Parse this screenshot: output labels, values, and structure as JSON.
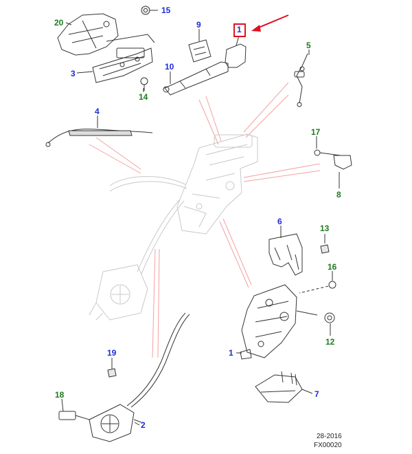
{
  "callouts": {
    "c1a": "1",
    "c1b": "1",
    "c2": "2",
    "c3": "3",
    "c4": "4",
    "c5": "5",
    "c6": "6",
    "c7": "7",
    "c8": "8",
    "c9": "9",
    "c10": "10",
    "c12": "12",
    "c13": "13",
    "c14": "14",
    "c15": "15",
    "c16": "16",
    "c17": "17",
    "c18": "18",
    "c19": "19",
    "c20": "20"
  },
  "footer": {
    "line1": "28-2016",
    "line2": "FX00020"
  },
  "colors": {
    "callout_blue": "#1d2bd6",
    "callout_green": "#1d7a1d",
    "leader_red": "#f08080",
    "highlight_red": "#e01020"
  }
}
